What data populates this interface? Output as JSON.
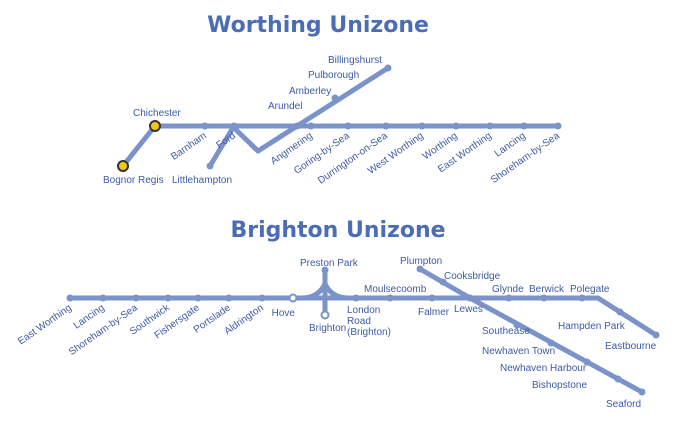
{
  "worthing": {
    "title": "Worthing Unizone",
    "stations": {
      "billingshurst": "Billingshurst",
      "pulborough": "Pulborough",
      "amberley": "Amberley",
      "arundel": "Arundel",
      "chichester": "Chichester",
      "barnham": "Barnham",
      "ford": "Ford",
      "angmering": "Angmering",
      "goring": "Goring-by-Sea",
      "durrington": "Durrington-on-Sea",
      "west_worthing": "West Worthing",
      "worthing": "Worthing",
      "east_worthing": "East Worthing",
      "lancing": "Lancing",
      "shoreham": "Shoreham-by-Sea",
      "bognor": "Bognor Regis",
      "littlehampton": "Littlehampton"
    }
  },
  "brighton": {
    "title": "Brighton Unizone",
    "stations": {
      "east_worthing": "East Worthing",
      "lancing": "Lancing",
      "shoreham": "Shoreham-by-Sea",
      "southwick": "Southwick",
      "fishersgate": "Fishersgate",
      "portslade": "Portslade",
      "aldrington": "Aldrington",
      "hove": "Hove",
      "preston_park": "Preston Park",
      "brighton": "Brighton",
      "london_road_1": "London",
      "london_road_2": "Road",
      "london_road_3": "(Brighton)",
      "moulsecoomb": "Moulsecoomb",
      "falmer": "Falmer",
      "lewes": "Lewes",
      "plumpton": "Plumpton",
      "cooksbridge": "Cooksbridge",
      "glynde": "Glynde",
      "berwick": "Berwick",
      "polegate": "Polegate",
      "hampden_park": "Hampden Park",
      "eastbourne": "Eastbourne",
      "southease": "Southease",
      "newhaven_town": "Newhaven Town",
      "newhaven_harbour": "Newhaven Harbour",
      "bishopstone": "Bishopstone",
      "seaford": "Seaford"
    }
  },
  "colors": {
    "line": "#7b93c9",
    "text": "#3c5aa6",
    "title": "#4a6db5",
    "marker": "#f0c419"
  }
}
